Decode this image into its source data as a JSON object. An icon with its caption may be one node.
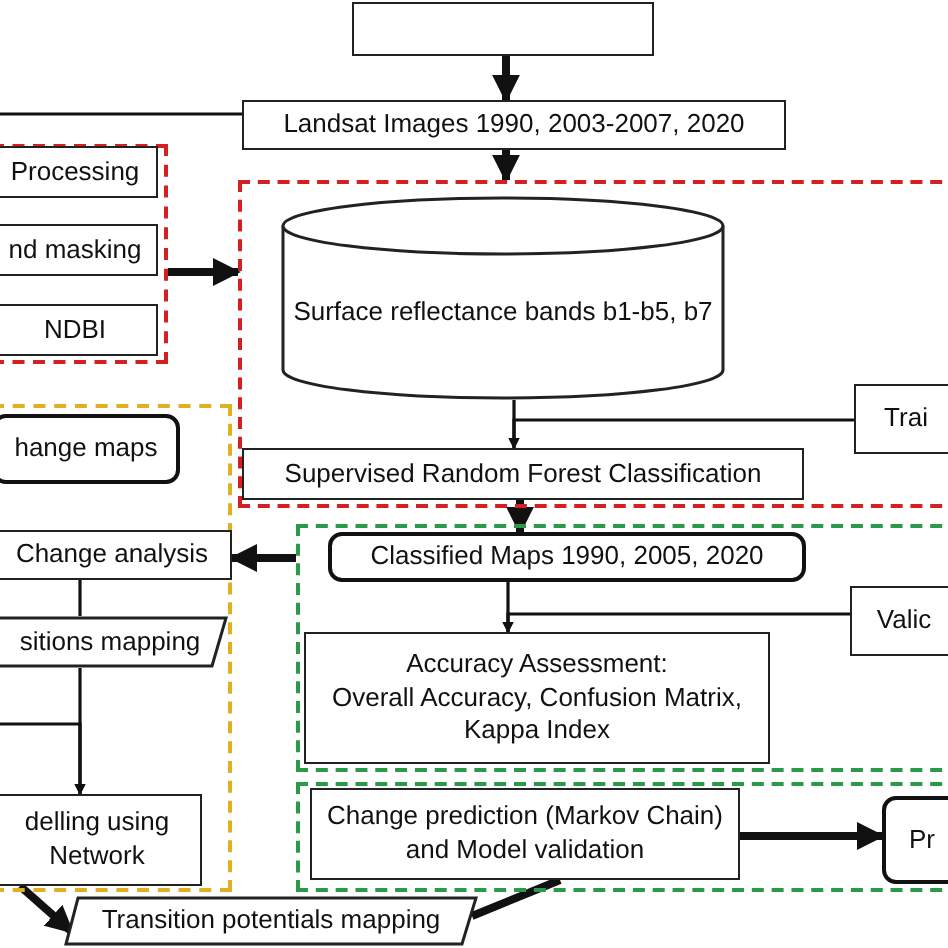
{
  "diagram": {
    "nodes": [
      {
        "text": [],
        "shape": "box"
      },
      {
        "text": [
          "Landsat Images 1990, 2003-2007, 2020"
        ]
      },
      {
        "text": [],
        "shape": "box"
      },
      {
        "text": [
          "Processing"
        ],
        "in": 2
      },
      {
        "text": [
          "nd masking"
        ],
        "in": 2
      },
      {
        "text": [
          "NDBI"
        ],
        "in": 2
      },
      {
        "text": [],
        "shape": "box"
      },
      {
        "text": [
          "Surface reflectance bands b1-b5, b7"
        ],
        "in": 6
      },
      {
        "text": [
          "Trai"
        ],
        "in": 6
      },
      {
        "text": [
          "Supervised Random Forest Classification"
        ],
        "in": 6
      },
      {
        "text": [],
        "shape": "box"
      },
      {
        "text": [
          "hange maps"
        ],
        "in": 10
      },
      {
        "text": [
          "Change analysis"
        ],
        "in": 10
      },
      {
        "text": [
          "sitions mapping"
        ],
        "in": 10
      },
      {
        "text": [
          "delling using Network"
        ],
        "in": 10
      },
      {
        "text": [],
        "shape": "box"
      },
      {
        "text": [
          "Classified Maps 1990, 2005, 2020"
        ],
        "in": 15
      },
      {
        "text": [
          "Valic"
        ],
        "in": 15
      },
      {
        "text": [
          "Accuracy Assessment:",
          "Overall Accuracy, Confusion Matrix, Kappa Index"
        ],
        "in": 15
      },
      {
        "text": [],
        "shape": "box"
      },
      {
        "text": [
          "Change prediction (Markov Chain) and Model validation"
        ],
        "in": 19
      },
      {
        "text": [
          "Pr"
        ],
        "in": 19
      },
      {
        "text": [
          "Transition potentials mapping"
        ]
      }
    ],
    "edges": [
      {
        "from": 0,
        "to": 1,
        "arrow": "to",
        "style": "thick"
      },
      {
        "from": 1,
        "to": null,
        "arrow": "none"
      },
      {
        "from": 1,
        "to": 6,
        "arrow": "to",
        "style": "thick"
      },
      {
        "from": 2,
        "to": 6,
        "arrow": "to",
        "style": "thick"
      },
      {
        "from": 7,
        "to": 9,
        "arrow": "to"
      },
      {
        "from": 8,
        "to": 9,
        "arrow": "to"
      },
      {
        "from": 9,
        "to": 16,
        "arrow": "to",
        "style": "thick"
      },
      {
        "from": 16,
        "to": 18,
        "arrow": "to"
      },
      {
        "from": 17,
        "to": 18,
        "arrow": "to"
      },
      {
        "from": 15,
        "to": 12,
        "arrow": "to",
        "style": "thick"
      },
      {
        "from": 12,
        "to": 13,
        "arrow": "none"
      },
      {
        "from": 13,
        "to": 14,
        "arrow": "to"
      },
      {
        "from": null,
        "to": 14,
        "arrow": "to"
      },
      {
        "from": 20,
        "to": 21,
        "arrow": "to",
        "style": "thick"
      },
      {
        "from": 14,
        "to": 22,
        "arrow": "to",
        "style": "thick"
      },
      {
        "from": 20,
        "to": 22,
        "arrow": "none",
        "style": "thick"
      }
    ]
  }
}
